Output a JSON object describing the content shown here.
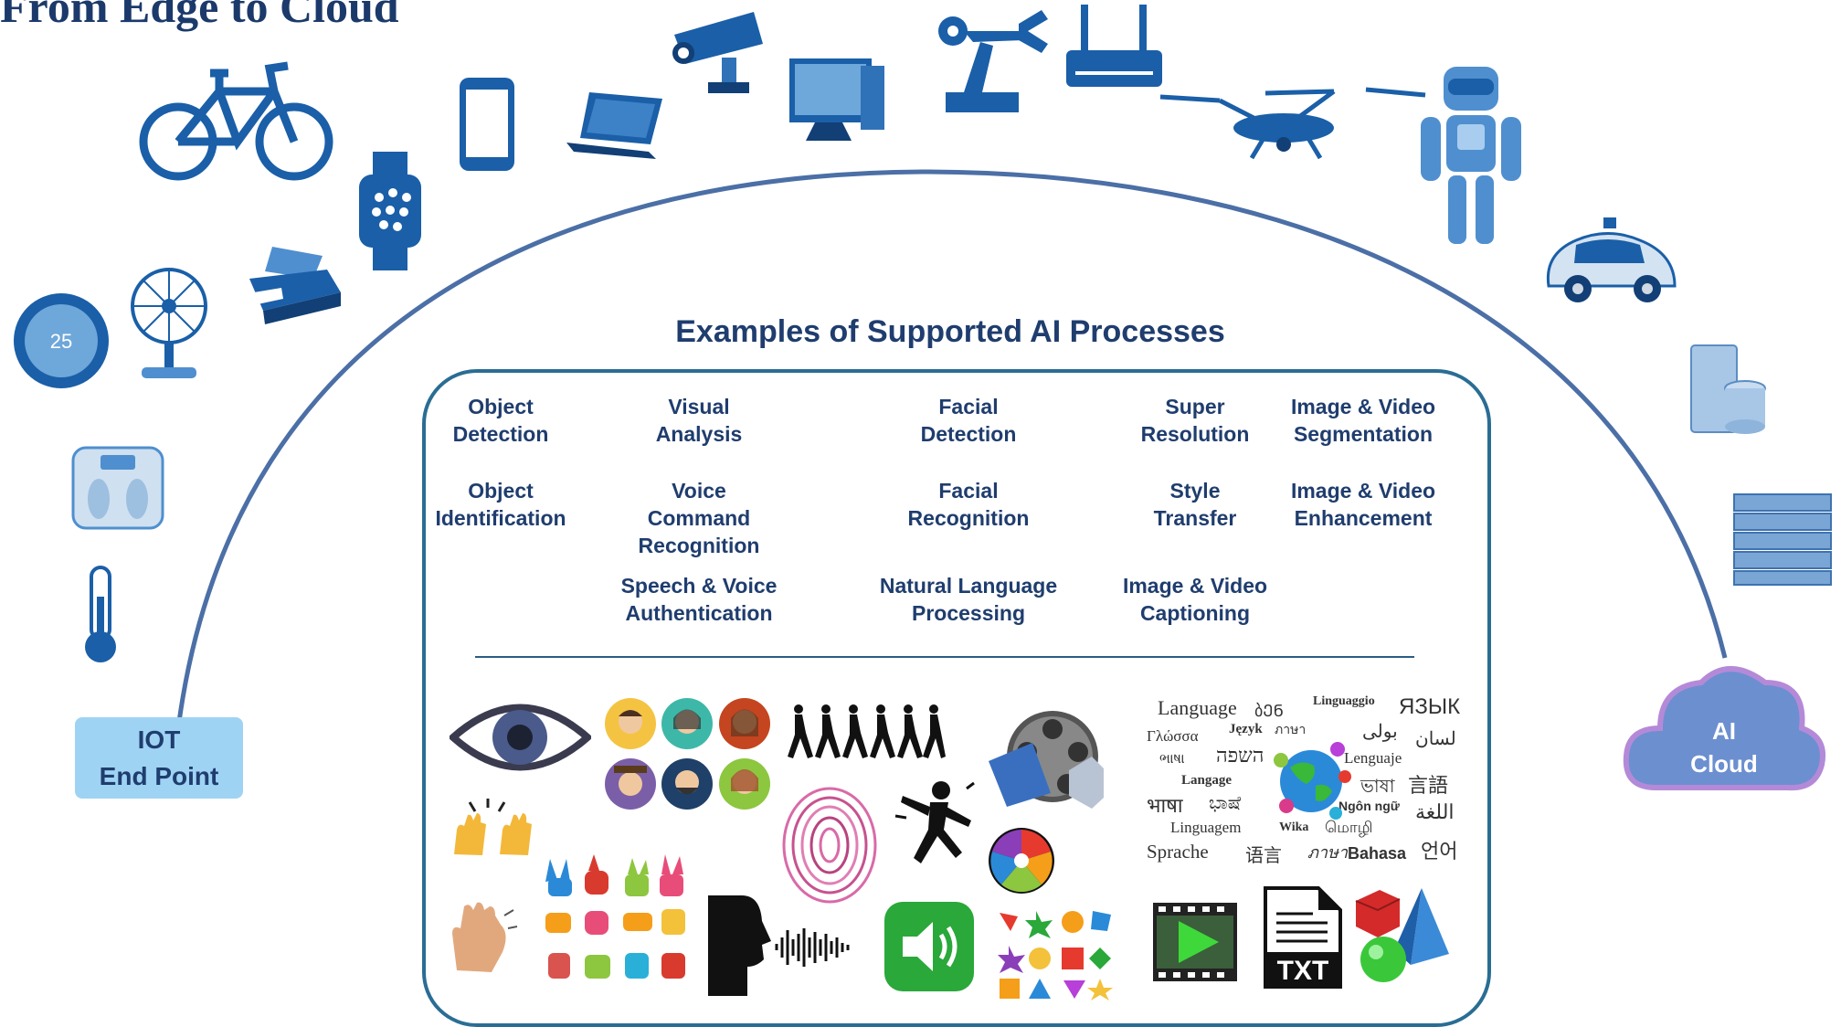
{
  "title": "From Edge to Cloud",
  "panel_title": "Examples of Supported AI Processes",
  "processes": [
    "Object\nDetection",
    "Visual\nAnalysis",
    "Facial\nDetection",
    "Super\nResolution",
    "Image & Video\nSegmentation",
    "Object\nIdentification",
    "Voice\nCommand\nRecognition",
    "Facial\nRecognition",
    "Style\nTransfer",
    "Image & Video\nEnhancement",
    "Speech & Voice\nAuthentication",
    "Natural Language\nProcessing",
    "Image & Video\nCaptioning"
  ],
  "iot_label": "IOT\nEnd Point",
  "cloud_label": "AI\nCloud",
  "thermostat_value": "25",
  "txt_label": "TXT",
  "languages": [
    "Language",
    "ბᲔᲜ",
    "Linguaggio",
    "ЯЗЫК",
    "Γλώσσα",
    "Język",
    "ภาษา",
    "بولی",
    "لسان",
    "השפה",
    "Lenguaje",
    "ભાષા",
    "Langage",
    "ভাষা",
    "言語",
    "भाषा",
    "ಭಾಷೆ",
    "Ngôn ngữ",
    "اللغة",
    "Linguagem",
    "Wika",
    "மொழி",
    "Sprache",
    "语言",
    "ภาษา",
    "Bahasa",
    "언어"
  ],
  "colors": {
    "arc": "#4b6fa6",
    "icon_blue": "#1a5fa8",
    "panel_border": "#2a6d94",
    "text": "#1f3d6e",
    "iot_fill": "#9fd3f3",
    "cloud_fill": "#6c8fd0"
  },
  "icons": [
    "bicycle-icon",
    "smartphone-icon",
    "laptop-icon",
    "security-camera-icon",
    "desktop-monitor-icon",
    "robot-arm-icon",
    "router-icon",
    "drone-icon",
    "humanoid-robot-icon",
    "self-driving-car-icon",
    "smartwatch-icon",
    "printer-icon",
    "fan-icon",
    "thermostat-icon",
    "bathroom-scale-icon",
    "thermometer-icon",
    "server-database-icon",
    "server-rack-icon",
    "cloud-icon",
    "eye-icon",
    "avatar-group-icon",
    "hand-gestures-icon",
    "running-people-icon",
    "fingerprint-icon",
    "dancing-person-icon",
    "film-reel-speaker-icon",
    "color-wheel-icon",
    "speaking-head-icon",
    "speaker-button-icon",
    "colored-shapes-icon",
    "video-play-icon",
    "txt-file-icon",
    "3d-shapes-icon",
    "language-globe-icon"
  ]
}
